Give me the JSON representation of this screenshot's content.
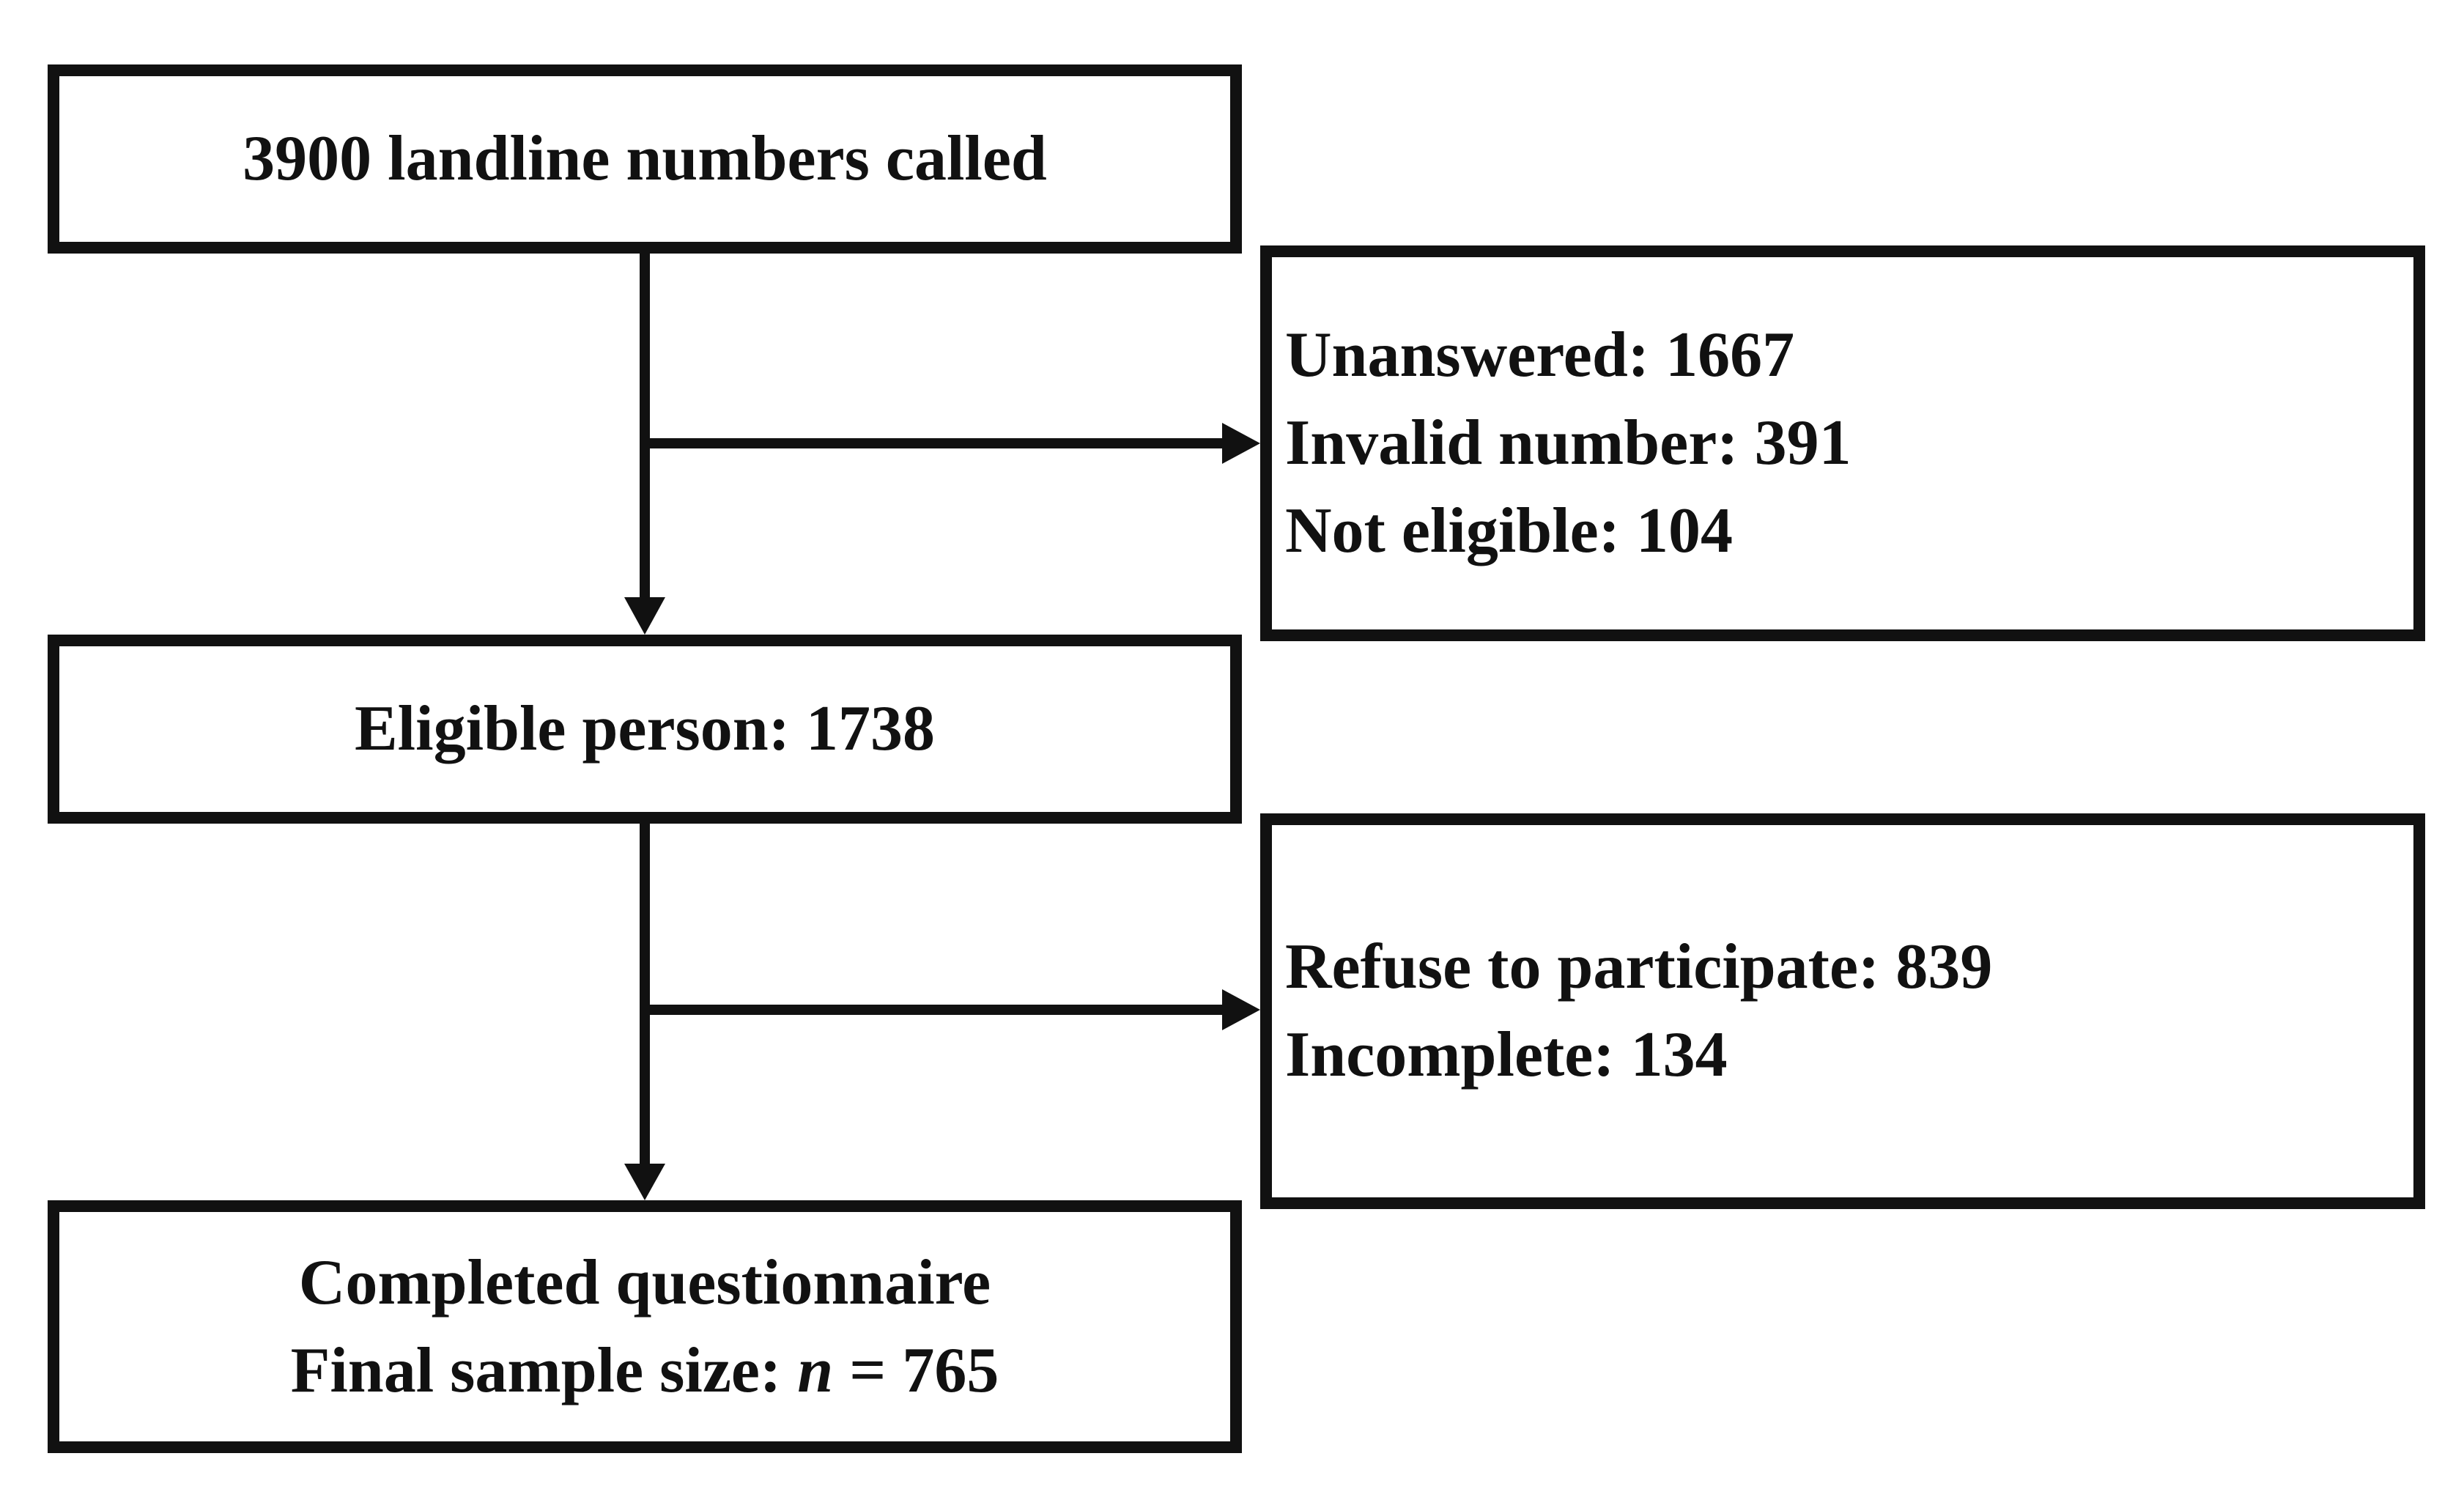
{
  "flowchart": {
    "called": {
      "text": "3900 landline numbers called"
    },
    "exclusions_1": {
      "lines": [
        "Unanswered: 1667",
        "Invalid number: 391",
        "Not eligible: 104"
      ]
    },
    "eligible": {
      "text": "Eligible person: 1738"
    },
    "exclusions_2": {
      "lines": [
        "Refuse to participate: 839",
        "Incomplete: 134"
      ]
    },
    "final": {
      "line1": "Completed questionnaire",
      "line2_prefix": "Final sample size: ",
      "line2_var": "n",
      "line2_suffix": " = 765"
    }
  },
  "colors": {
    "stroke": "#111111",
    "background": "#ffffff"
  }
}
